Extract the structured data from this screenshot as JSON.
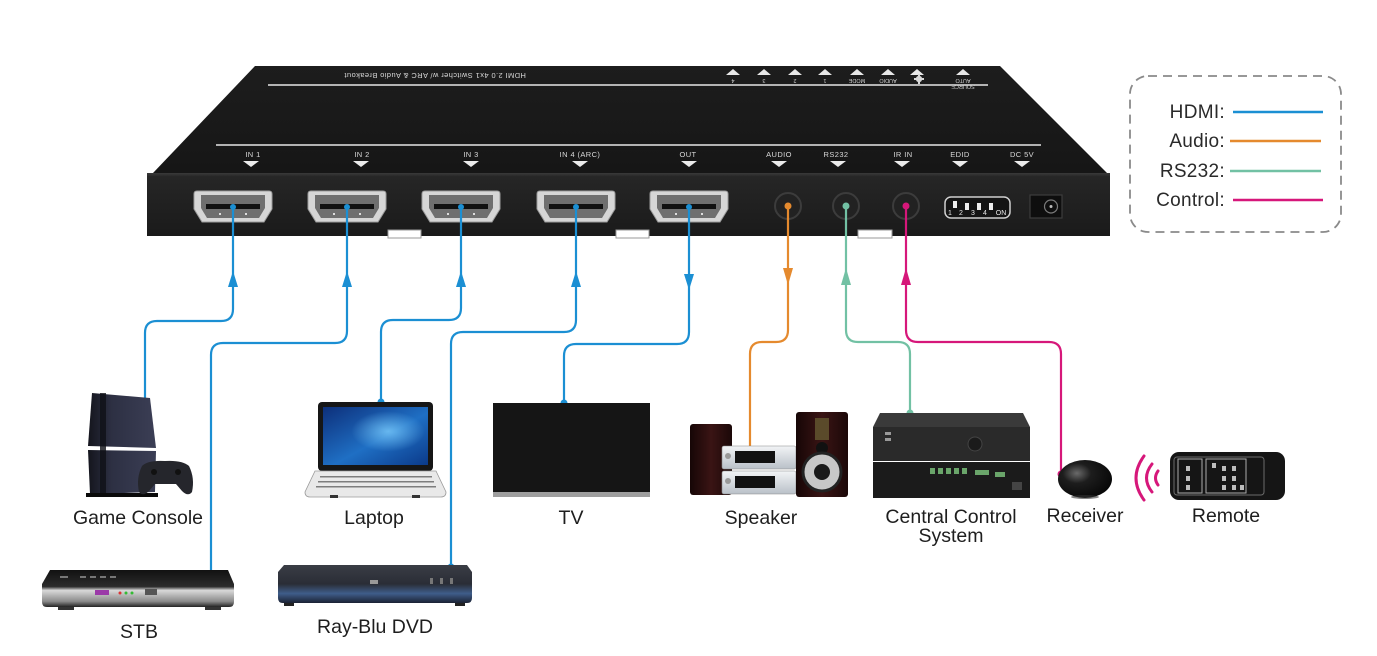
{
  "switcher": {
    "model_label": "HDMI 2.0 4x1 Switcher w/ ARC & Audio Breakout",
    "top_buttons": [
      {
        "label": "4"
      },
      {
        "label": "3"
      },
      {
        "label": "2"
      },
      {
        "label": "1"
      },
      {
        "label": "MODE"
      },
      {
        "label": "AUDIO"
      },
      {
        "label": "",
        "icon": "gear-icon"
      },
      {
        "label_lines": [
          "AUTO",
          "SOURCE"
        ]
      }
    ],
    "front_ports": [
      {
        "label": "IN 1",
        "type": "HDMI"
      },
      {
        "label": "IN 2",
        "type": "HDMI"
      },
      {
        "label": "IN 3",
        "type": "HDMI"
      },
      {
        "label": "IN 4 (ARC)",
        "type": "HDMI"
      },
      {
        "label": "OUT",
        "type": "HDMI"
      },
      {
        "label": "AUDIO",
        "type": "Audio"
      },
      {
        "label": "RS232",
        "type": "RS232"
      },
      {
        "label": "IR IN",
        "type": "Control"
      },
      {
        "label": "EDID",
        "type": "DIP switch"
      },
      {
        "label": "DC 5V",
        "type": "Power"
      }
    ],
    "dip_switch": {
      "positions": [
        "1",
        "2",
        "3",
        "4"
      ],
      "on_label": "ON"
    }
  },
  "legend": {
    "items": [
      {
        "label": "HDMI:",
        "color": "#1b8fd3"
      },
      {
        "label": "Audio:",
        "color": "#e58a2e"
      },
      {
        "label": "RS232:",
        "color": "#72c1a4"
      },
      {
        "label": "Control:",
        "color": "#d6177a"
      }
    ]
  },
  "connected_devices": [
    {
      "label": "Game Console",
      "connection": "HDMI",
      "port": "IN 1",
      "direction": "input"
    },
    {
      "label": "STB",
      "connection": "HDMI",
      "port": "IN 2",
      "direction": "input"
    },
    {
      "label": "Laptop",
      "connection": "HDMI",
      "port": "IN 3",
      "direction": "input"
    },
    {
      "label": "Ray-Blu DVD",
      "connection": "HDMI",
      "port": "IN 4 (ARC)",
      "direction": "input"
    },
    {
      "label": "TV",
      "connection": "HDMI",
      "port": "OUT",
      "direction": "output"
    },
    {
      "label": "Speaker",
      "connection": "Audio",
      "port": "AUDIO",
      "direction": "output"
    },
    {
      "label_lines": [
        "Central Control",
        "System"
      ],
      "connection": "RS232",
      "port": "RS232",
      "direction": "input"
    },
    {
      "label": "Receiver",
      "connection": "Control",
      "port": "IR IN",
      "direction": "input"
    },
    {
      "label": "Remote",
      "connection": "Control (IR)",
      "port": "",
      "direction": "wireless"
    }
  ]
}
